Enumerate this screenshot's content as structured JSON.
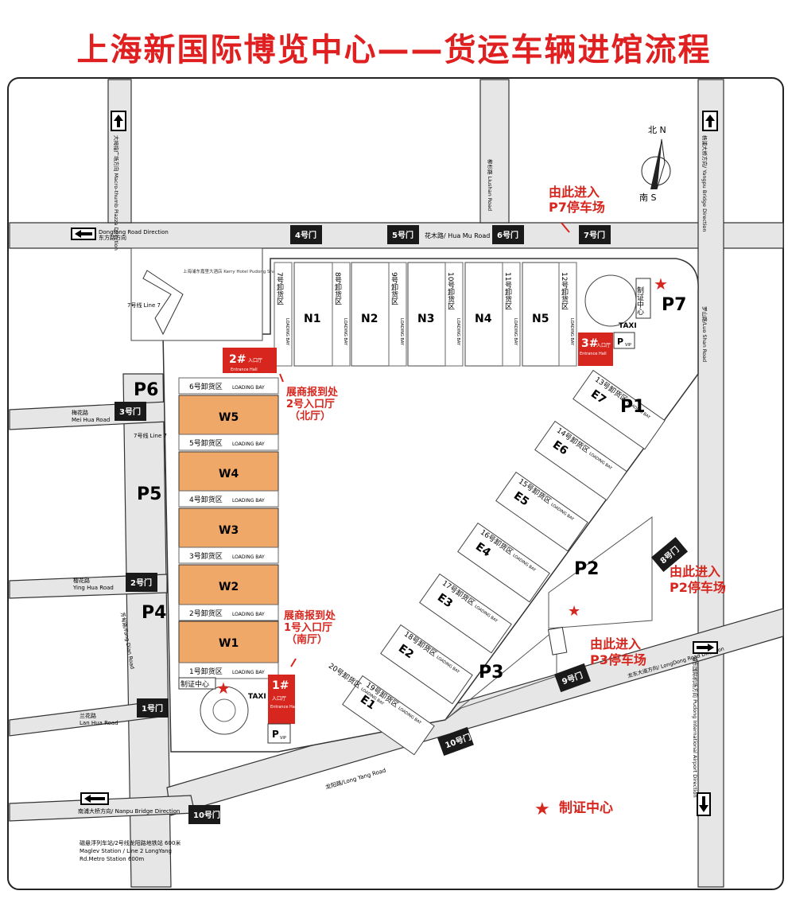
{
  "title": "上海新国际博览中心——货运车辆进馆流程",
  "colors": {
    "red": "#d7261e",
    "orange_hall": "#f0a868",
    "road_gray": "#e8e8e8",
    "black": "#1a1a1a"
  },
  "roads": {
    "dongfang": "Dongfang Road Direction",
    "dongfang_cn": "东方路方向",
    "huamu": "花木路/ Hua Mu Road",
    "meihua_cn": "梅花路",
    "meihua": "Mei Hua Road",
    "yinghua_cn": "樱花路",
    "yinghua": "Ying Hua Road",
    "lanhua_cn": "兰花路",
    "lanhua": "Lan Hua Road",
    "fangdian": "芳甸路/Fang Dian Road",
    "longyang": "龙阳路/Long Yang Road",
    "nanpu": "南浦大桥方向/ Nanpu Bridge Direction",
    "longdong": "龙东大道方向/ LongDong Road Direction",
    "luoshan": "罗山路/Luo Shan Road",
    "lushan": "柳杉路 Liushan Road",
    "yangpu": "杨浦大桥方向/ Yangpu Bridge Direction",
    "pudong_airport": "浦东国际机场方向 Pudong International Airport Direction",
    "macro_plaza": "大拇指广场方向 Macro-thumb Piazza Direction"
  },
  "metro": {
    "line7_a": "7号线 Line 7",
    "line7_b": "7号线 Line 7",
    "maglev_cn": "磁悬浮列车站/2号线龙阳路地铁站 600米",
    "maglev_en1": "Maglev Station / Line 2 LongYang",
    "maglev_en2": "Rd.Metro Station 600m"
  },
  "hotel": "上海浦东嘉里大酒店 Kerry Hotel Pudong Shanghai",
  "compass": {
    "north": "北 N",
    "south": "南 S"
  },
  "gates": {
    "g1": "1号门",
    "g2": "2号门",
    "g3": "3号门",
    "g4": "4号门",
    "g5": "5号门",
    "g6": "6号门",
    "g7": "7号门",
    "g8": "8号门",
    "g9": "9号门",
    "g10a": "10号门",
    "g10b": "10号门"
  },
  "parking": [
    "P1",
    "P2",
    "P3",
    "P4",
    "P5",
    "P6",
    "P7"
  ],
  "halls_north": [
    "N1",
    "N2",
    "N3",
    "N4",
    "N5"
  ],
  "halls_west": [
    "W5",
    "W4",
    "W3",
    "W2",
    "W1"
  ],
  "halls_east": [
    "E7",
    "E6",
    "E5",
    "E4",
    "E3",
    "E2",
    "E1"
  ],
  "loading_north": [
    "7号卸货区",
    "8号卸货区",
    "9号卸货区",
    "10号卸货区",
    "11号卸货区",
    "12号卸货区"
  ],
  "loading_west": [
    "6号卸货区",
    "5号卸货区",
    "4号卸货区",
    "3号卸货区",
    "2号卸货区",
    "1号卸货区"
  ],
  "loading_east": [
    "13号卸货区",
    "14号卸货区",
    "15号卸货区",
    "16号卸货区",
    "17号卸货区",
    "18号卸货区",
    "19号卸货区",
    "20号卸货区"
  ],
  "loading_bay": "LOADING BAY",
  "entrances": {
    "e1_num": "1#",
    "e1_cn": "入口厅",
    "e1_en": "Entrance Hall",
    "e2_num": "2#",
    "e2_cn": "入口厅",
    "e2_en": "Entrance Hall",
    "e3_num": "3#",
    "e3_cn": "入口厅",
    "e3_en": "Entrance Hall"
  },
  "notes": {
    "north_report": [
      "展商报到处",
      "2号入口厅",
      "（北厅）"
    ],
    "south_report": [
      "展商报到处",
      "1号入口厅",
      "（南厅）"
    ],
    "p7_enter": [
      "由此进入",
      "P7停车场"
    ],
    "p2_enter": [
      "由此进入",
      "P2停车场"
    ],
    "p3_enter": [
      "由此进入",
      "P3停车场"
    ]
  },
  "cert_center": "制证中心",
  "legend_cert": "制证中心",
  "taxi": "TAXI",
  "pvip": "P",
  "vip": "VIP"
}
